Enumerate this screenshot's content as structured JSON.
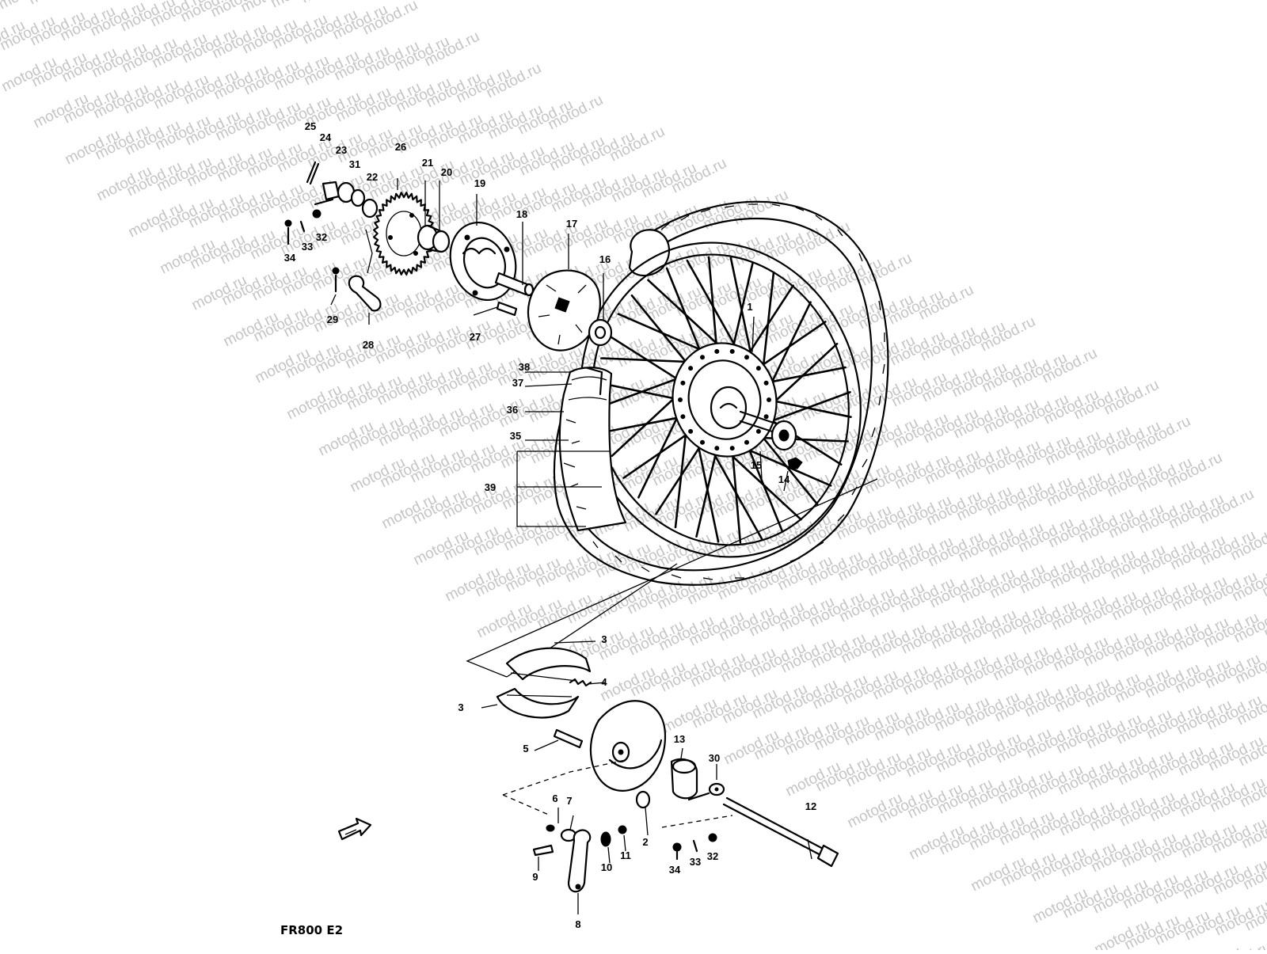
{
  "watermark": "motod.ru",
  "diagram_code": "FR800 E2",
  "icons": {
    "direction_arrow": "forward-arrow-icon"
  },
  "parts": [
    {
      "id": "1",
      "label": "1"
    },
    {
      "id": "2",
      "label": "2"
    },
    {
      "id": "3a",
      "label": "3"
    },
    {
      "id": "3b",
      "label": "3"
    },
    {
      "id": "4",
      "label": "4"
    },
    {
      "id": "5",
      "label": "5"
    },
    {
      "id": "6",
      "label": "6"
    },
    {
      "id": "7",
      "label": "7"
    },
    {
      "id": "8",
      "label": "8"
    },
    {
      "id": "9",
      "label": "9"
    },
    {
      "id": "10",
      "label": "10"
    },
    {
      "id": "11",
      "label": "11"
    },
    {
      "id": "12",
      "label": "12"
    },
    {
      "id": "13",
      "label": "13"
    },
    {
      "id": "14",
      "label": "14"
    },
    {
      "id": "15",
      "label": "15"
    },
    {
      "id": "16",
      "label": "16"
    },
    {
      "id": "17",
      "label": "17"
    },
    {
      "id": "18",
      "label": "18"
    },
    {
      "id": "19",
      "label": "19"
    },
    {
      "id": "20",
      "label": "20"
    },
    {
      "id": "21",
      "label": "21"
    },
    {
      "id": "22",
      "label": "22"
    },
    {
      "id": "23",
      "label": "23"
    },
    {
      "id": "24",
      "label": "24"
    },
    {
      "id": "25",
      "label": "25"
    },
    {
      "id": "26",
      "label": "26"
    },
    {
      "id": "27",
      "label": "27"
    },
    {
      "id": "28",
      "label": "28"
    },
    {
      "id": "29",
      "label": "29"
    },
    {
      "id": "30",
      "label": "30"
    },
    {
      "id": "31",
      "label": "31"
    },
    {
      "id": "32a",
      "label": "32"
    },
    {
      "id": "32b",
      "label": "32"
    },
    {
      "id": "33a",
      "label": "33"
    },
    {
      "id": "33b",
      "label": "33"
    },
    {
      "id": "34a",
      "label": "34"
    },
    {
      "id": "34b",
      "label": "34"
    },
    {
      "id": "35",
      "label": "35"
    },
    {
      "id": "36",
      "label": "36"
    },
    {
      "id": "37",
      "label": "37"
    },
    {
      "id": "38",
      "label": "38"
    },
    {
      "id": "39",
      "label": "39"
    }
  ]
}
